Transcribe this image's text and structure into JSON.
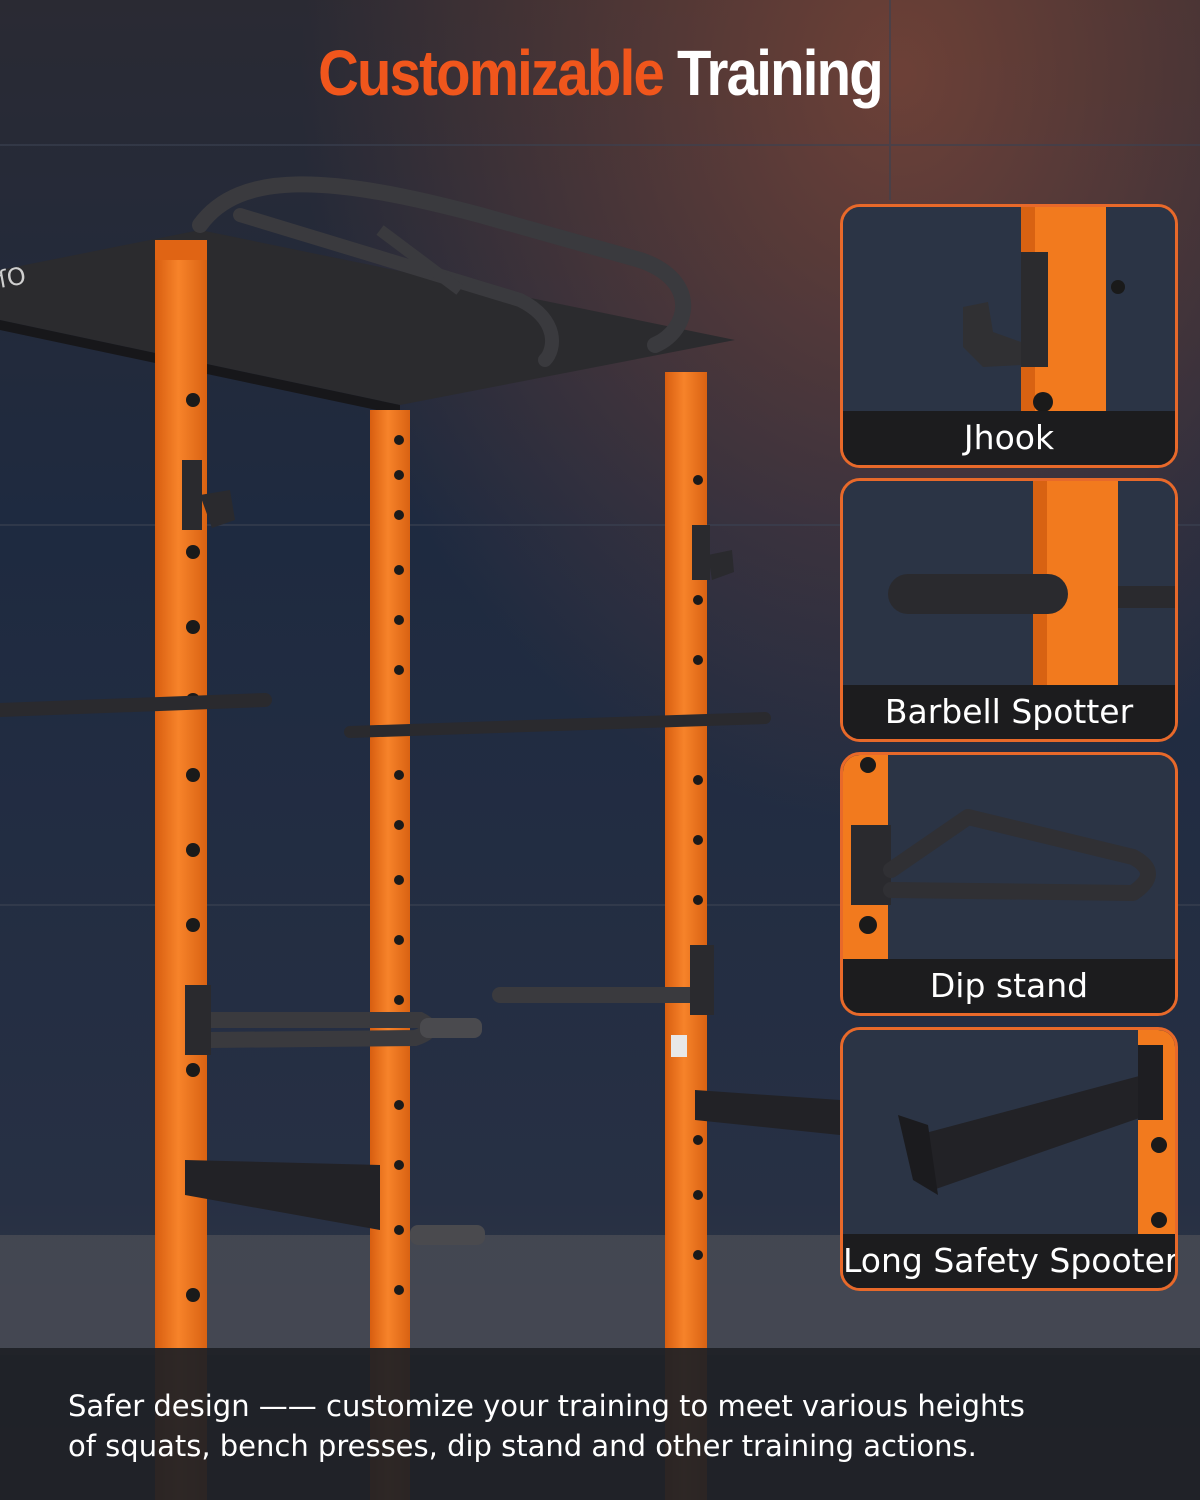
{
  "headline": {
    "word1": "Customizable",
    "word2": "Training"
  },
  "feature_cards": [
    {
      "label": "Jhook",
      "icon": "j-hook-icon"
    },
    {
      "label": "Barbell Spotter",
      "icon": "barbell-spotter-icon"
    },
    {
      "label": "Dip stand",
      "icon": "dip-stand-icon"
    },
    {
      "label": "Long Safety Spooter",
      "icon": "safety-spotter-icon"
    }
  ],
  "caption": {
    "line1": "Safer design —— customize your training to meet various heights",
    "line2": "of squats, bench presses, dip stand and other training actions."
  },
  "colors": {
    "accent": "#f0561c",
    "frame_orange": "#f27a1e",
    "card_border": "#e8692a",
    "label_bg": "#1c1c1e"
  }
}
